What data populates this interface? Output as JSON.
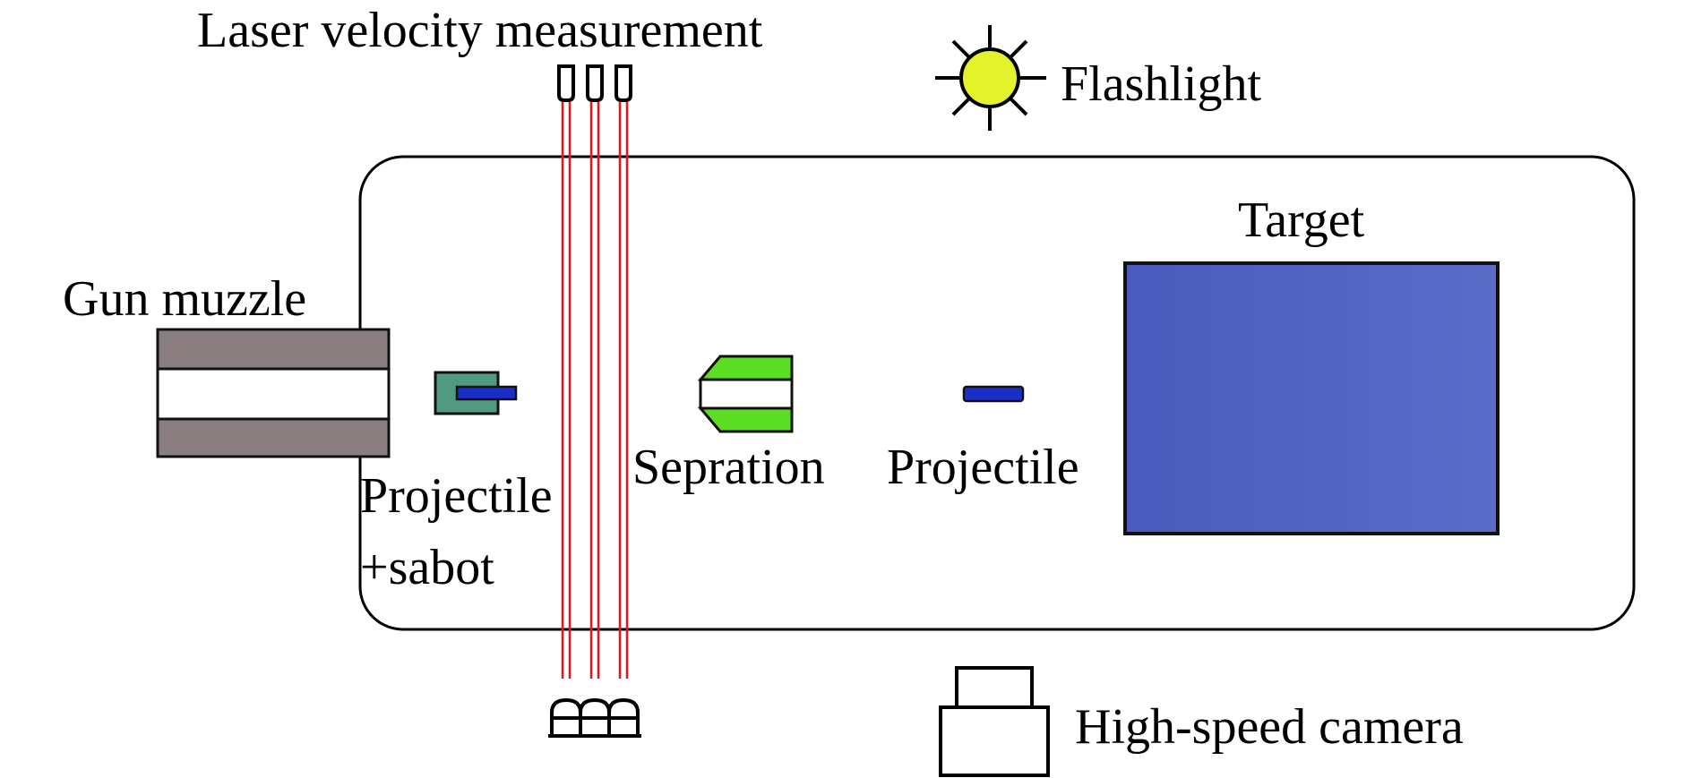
{
  "labels": {
    "laser": "Laser velocity measurement",
    "flashlight": "Flashlight",
    "target": "Target",
    "gun_muzzle": "Gun muzzle",
    "projectile_sabot_line1": "Projectile",
    "projectile_sabot_line2": "+sabot",
    "separation": "Sepration",
    "projectile": "Projectile",
    "camera": "High-speed camera"
  },
  "colors": {
    "chamber_stroke": "#000000",
    "laser_beam": "#e8141c",
    "flashlight_fill": "#e4f22c",
    "target_fill": "#4f5fc0",
    "barrel_fill": "#8a7e80",
    "sabot_fill": "#4f9a80",
    "projectile_fill": "#1a2ec8",
    "separation_fill": "#5cde22"
  },
  "icons": {
    "flashlight": "sun-icon",
    "camera": "camera-icon",
    "laser_emitter": "laser-emitter-icon",
    "laser_receiver": "laser-receiver-icon"
  }
}
